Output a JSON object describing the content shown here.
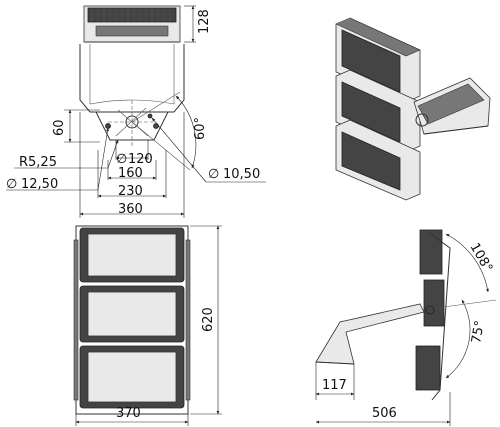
{
  "top_view": {
    "dim_height_top": "128",
    "dim_bracket_height": "60",
    "dim_angle": "60°",
    "dim_radius": "R5,25",
    "dim_hole_small": "12,50",
    "dim_hole_large": "10,50",
    "dim_120": "120",
    "dim_160": "160",
    "dim_230": "230",
    "dim_360": "360",
    "diameter_symbol": "∅"
  },
  "front_view": {
    "dim_height": "620",
    "dim_width": "370"
  },
  "side_view": {
    "dim_angle_108": "108°",
    "dim_angle_75": "75°",
    "dim_depth": "506",
    "dim_bracket": "117"
  }
}
